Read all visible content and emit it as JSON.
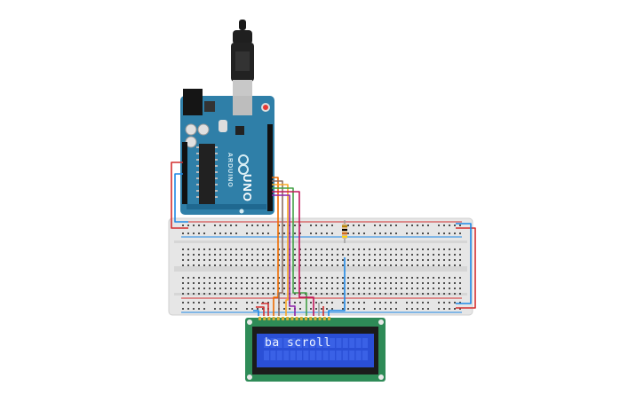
{
  "canvas": {
    "background": "#ffffff"
  },
  "arduino": {
    "brand": "ARDUINO",
    "model": "UNO",
    "board_color": "#2f7fa8",
    "components": [
      "usb-connector",
      "power-jack",
      "reset-button",
      "atmega-chip",
      "digital-header",
      "power-header"
    ]
  },
  "breadboard": {
    "color": "#e6e6e6",
    "rail_red": "#d32f2f",
    "rail_blue": "#1e88e5"
  },
  "lcd": {
    "text": "ba scroll",
    "pcb_color": "#2e8b57",
    "screen_color": "#2a4fd6",
    "pin_count": 16
  },
  "resistor": {
    "bands": [
      "#b8860b",
      "#000000",
      "#d2691e",
      "#ffd700"
    ]
  },
  "wires": [
    {
      "name": "power-red",
      "color": "#d32f2f"
    },
    {
      "name": "ground-blue",
      "color": "#1e88e5"
    },
    {
      "name": "orange",
      "color": "#ef6c00"
    },
    {
      "name": "brown",
      "color": "#8d6e63"
    },
    {
      "name": "yellow",
      "color": "#f9a825"
    },
    {
      "name": "green",
      "color": "#43a047"
    },
    {
      "name": "magenta",
      "color": "#c2185b"
    },
    {
      "name": "purple",
      "color": "#8e24aa"
    },
    {
      "name": "gray",
      "color": "#9e9e9e"
    }
  ]
}
